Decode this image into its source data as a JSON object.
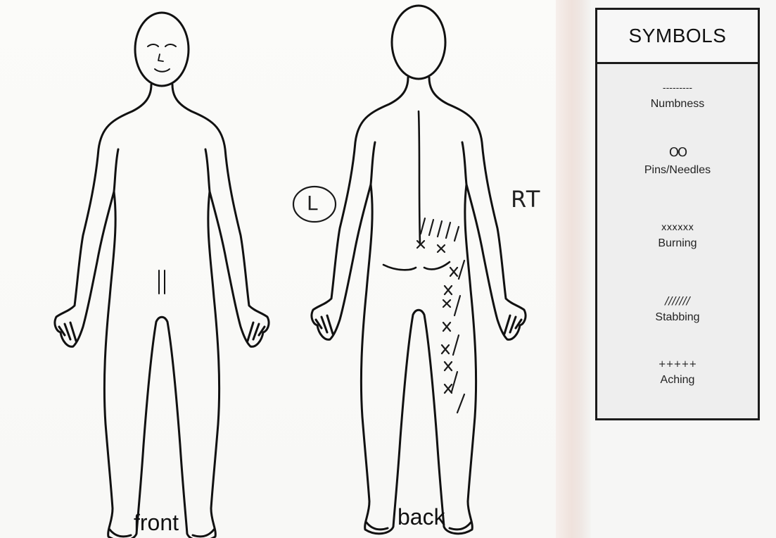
{
  "figure": {
    "caption_front": "front",
    "caption_back": "back",
    "annotation_left": "L",
    "annotation_right": "RT"
  },
  "legend": {
    "title": "SYMBOLS",
    "items": [
      {
        "symbol": "---------",
        "label": "Numbness"
      },
      {
        "symbol": "OO",
        "label": "Pins/Needles"
      },
      {
        "symbol": "xxxxxx",
        "label": "Burning"
      },
      {
        "symbol": "///////",
        "label": "Stabbing"
      },
      {
        "symbol": "+++++",
        "label": "Aching"
      }
    ]
  }
}
